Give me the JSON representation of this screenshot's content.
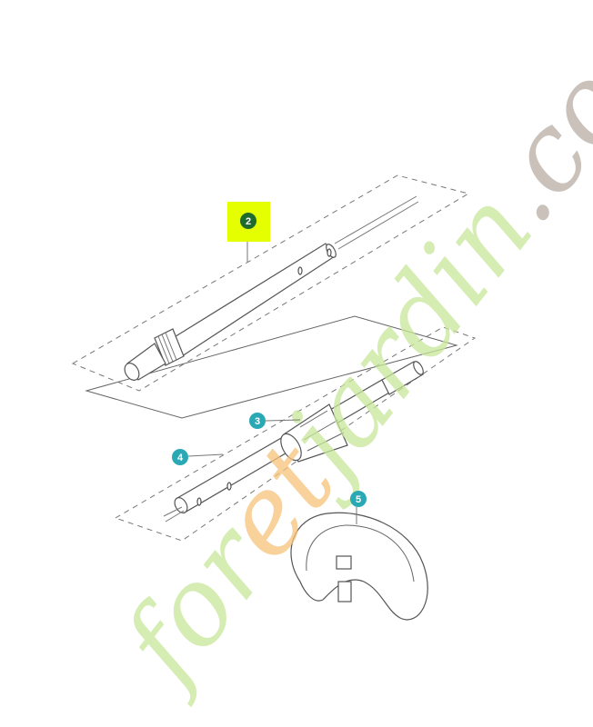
{
  "diagram": {
    "callouts": [
      {
        "label": "2",
        "color": "#1f6b2c",
        "highlighted": true,
        "highlight_color": "#e6ff00"
      },
      {
        "label": "3",
        "color": "#2aa9b5"
      },
      {
        "label": "4",
        "color": "#2aa9b5"
      },
      {
        "label": "5",
        "color": "#2aa9b5"
      }
    ]
  },
  "watermark": {
    "text_part1": "for",
    "text_part2": "et",
    "text_part3": "jardin",
    "text_part4": ".com",
    "colors": {
      "green": "#c8e89a",
      "orange": "#f6c27a",
      "gray": "#b9aea3"
    }
  }
}
